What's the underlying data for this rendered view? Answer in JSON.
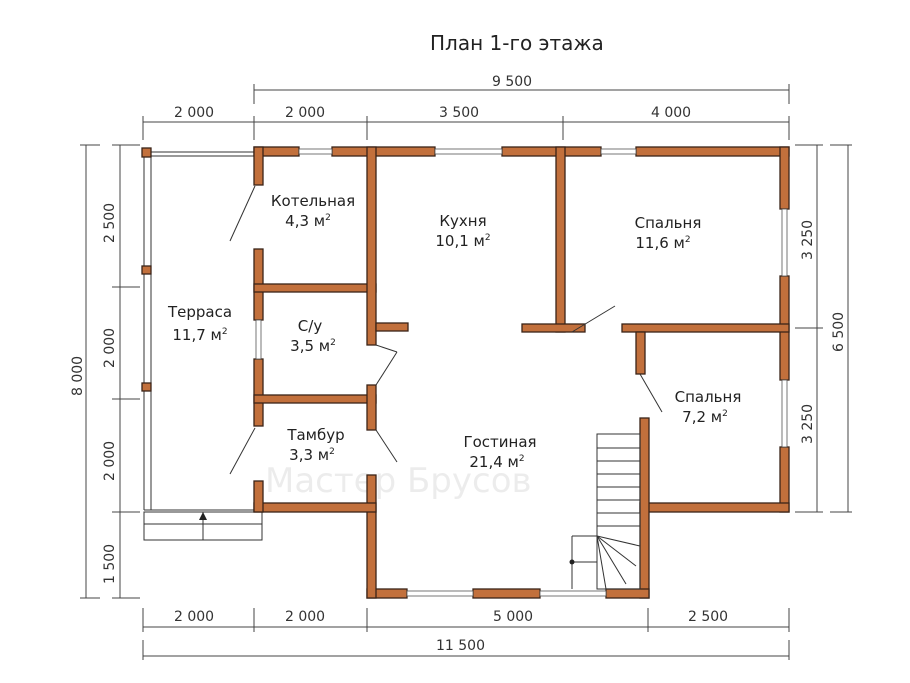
{
  "title": "План 1-го этажа",
  "dimensions": {
    "top_total": "9 500",
    "top": [
      "2 000",
      "2 000",
      "3 500",
      "4 000"
    ],
    "bottom": [
      "2 000",
      "2 000",
      "5 000",
      "2 500"
    ],
    "bottom_total": "11 500",
    "left": [
      "2 500",
      "2 000",
      "2 000",
      "1 500"
    ],
    "left_total": "8 000",
    "right": [
      "3 250",
      "3 250"
    ],
    "right_total": "6 500"
  },
  "rooms": {
    "boiler": {
      "name": "Котельная",
      "area": "4,3 м",
      "sup": "2"
    },
    "kitchen": {
      "name": "Кухня",
      "area": "10,1 м",
      "sup": "2"
    },
    "bedroom1": {
      "name": "Спальня",
      "area": "11,6 м",
      "sup": "2"
    },
    "terrace": {
      "name": "Терраса",
      "area": "11,7 м",
      "sup": "2"
    },
    "bathroom": {
      "name": "С/у",
      "area": "3,5 м",
      "sup": "2"
    },
    "bedroom2": {
      "name": "Спальня",
      "area": "7,2 м",
      "sup": "2"
    },
    "vestibule": {
      "name": "Тамбур",
      "area": "3,3 м",
      "sup": "2"
    },
    "living": {
      "name": "Гостиная",
      "area": "21,4 м",
      "sup": "2"
    }
  },
  "watermark": "Мастер Брусов",
  "colors": {
    "wall": "#c2703c",
    "wall_outline": "#3a2418"
  }
}
